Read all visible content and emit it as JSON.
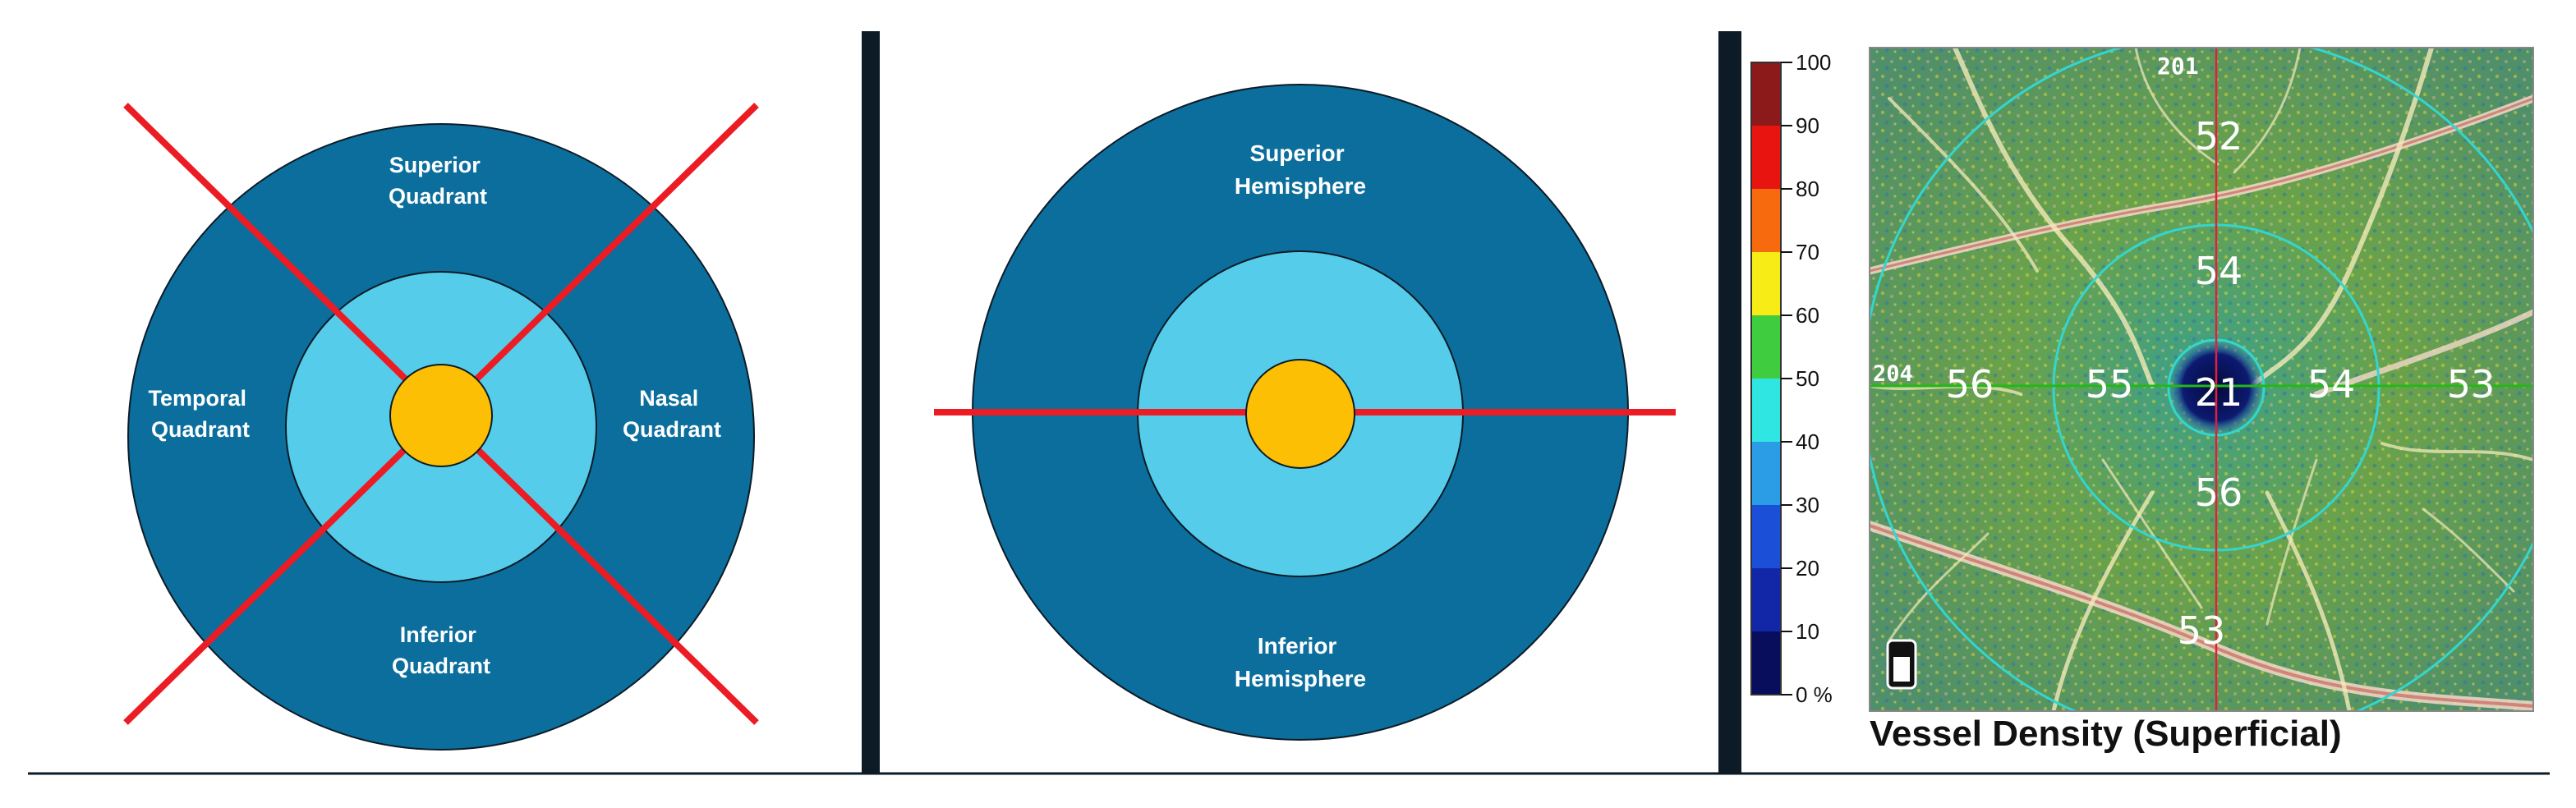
{
  "quadrant_panel": {
    "superior": [
      "Superior",
      "Quadrant"
    ],
    "temporal": [
      "Temporal",
      "Quadrant"
    ],
    "nasal": [
      "Nasal",
      "Quadrant"
    ],
    "inferior": [
      "Inferior",
      "Quadrant"
    ]
  },
  "hemisphere_panel": {
    "superior": [
      "Superior",
      "Hemisphere"
    ],
    "inferior": [
      "Inferior",
      "Hemisphere"
    ]
  },
  "colors": {
    "outer_ring": "#0b6e9c",
    "inner_ring": "#55cdea",
    "fovea": "#fcbf04",
    "lines": "#ec1c24",
    "divider": "#0d1b26"
  },
  "color_scale": {
    "labels": [
      "100",
      "90",
      "80",
      "70",
      "60",
      "50",
      "40",
      "30",
      "20",
      "10",
      "0 %"
    ],
    "bands": [
      {
        "from": 90,
        "to": 100,
        "color": "#8c1a1a"
      },
      {
        "from": 80,
        "to": 90,
        "color": "#e8140f"
      },
      {
        "from": 70,
        "to": 80,
        "color": "#f76a0d"
      },
      {
        "from": 60,
        "to": 70,
        "color": "#f7ec16"
      },
      {
        "from": 50,
        "to": 60,
        "color": "#3fcd3f"
      },
      {
        "from": 40,
        "to": 50,
        "color": "#2fe6e2"
      },
      {
        "from": 30,
        "to": 40,
        "color": "#2b9de6"
      },
      {
        "from": 20,
        "to": 30,
        "color": "#1c4fd8"
      },
      {
        "from": 10,
        "to": 20,
        "color": "#1227a8"
      },
      {
        "from": 0,
        "to": 10,
        "color": "#080d5c"
      }
    ]
  },
  "density_map": {
    "top_edge": "201",
    "left_edge": "204",
    "center": "21",
    "superior_outer": "52",
    "superior_inner": "54",
    "temporal_outer": "56",
    "temporal_inner": "55",
    "nasal_inner": "54",
    "nasal_outer": "53",
    "inferior_inner": "56",
    "inferior_outer": "53"
  },
  "caption": "Vessel Density (Superficial)"
}
